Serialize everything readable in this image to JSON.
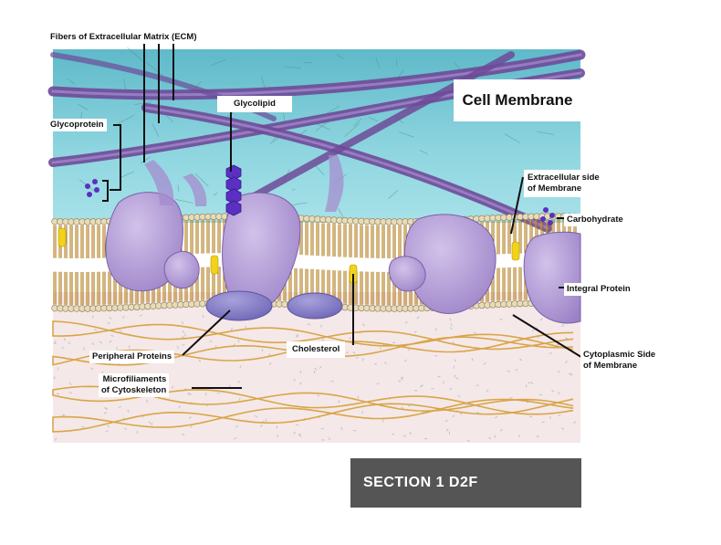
{
  "title": "Cell Membrane",
  "section": "SECTION 1 D2F",
  "labels": {
    "ecm": "Fibers of Extracellular Matrix (ECM)",
    "glycoprotein": "Glycoprotein",
    "glycolipid": "Glycolipid",
    "extracellular_side_1": "Extracellular side",
    "extracellular_side_2": "of Membrane",
    "carbohydrate": "Carbohydrate",
    "integral_protein": "Integral Protein",
    "cytoplasmic_side_1": "Cytoplasmic Side",
    "cytoplasmic_side_2": "of Membrane",
    "peripheral_proteins": "Peripheral Proteins",
    "cholesterol": "Cholesterol",
    "microfilaments_1": "Microfiliaments",
    "microfilaments_2": "of Cytoskeleton"
  },
  "colors": {
    "extracellular": "#7fd0dc",
    "cytoplasm": "#f4e6e6",
    "protein": "#b39ad6",
    "fiber": "#7e5aa6",
    "lipid_head": "#e8dcb8",
    "lipid_tail": "#c7902a",
    "cholesterol": "#f2d21a",
    "carbohydrate": "#5b2fc2",
    "microfilament": "#d9a548"
  }
}
